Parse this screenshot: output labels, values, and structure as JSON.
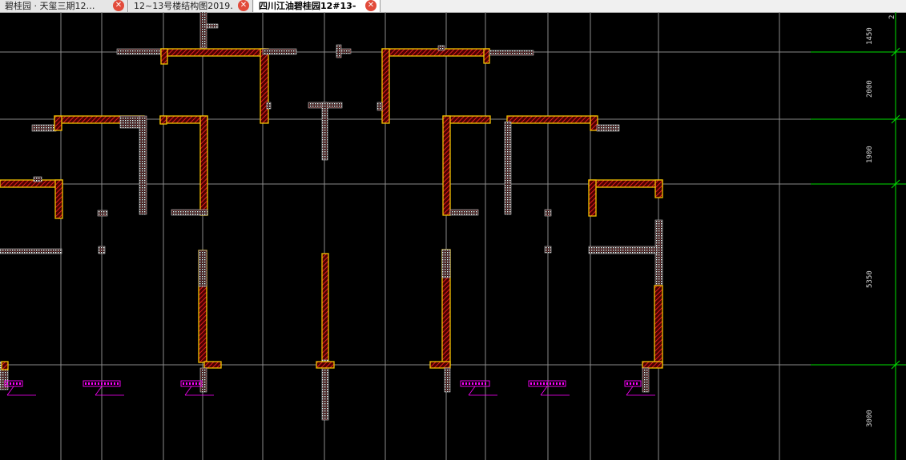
{
  "tabs": [
    {
      "label": "碧桂园 · 天玺三期12…",
      "active": false
    },
    {
      "label": "12~13号楼结构图2019…",
      "active": false
    },
    {
      "label": "四川江油碧桂园12#13-",
      "active": true
    }
  ],
  "dimensions": [
    "1450",
    "2000",
    "1900",
    "5350",
    "3000"
  ],
  "corner_label": "2",
  "colors": {
    "background": "#000000",
    "grid": "#8a8a8a",
    "wall_outline": "#f2c200",
    "wall_hatch": "#d21f1f",
    "annotation": "#ff00ff",
    "dim_line": "#00ff00"
  },
  "icons": {
    "tab_close": "close-icon"
  }
}
